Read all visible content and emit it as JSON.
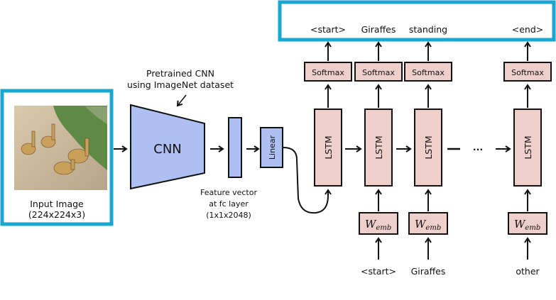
{
  "colors": {
    "highlight": "#1aa7cf",
    "cnn_fill": "#aec0f2",
    "rnn_fill": "#efcfcc",
    "stroke": "#111111"
  },
  "input": {
    "label_line1": "Input Image",
    "label_line2": "(224x224x3)",
    "image_alt": "giraffes-photo"
  },
  "cnn": {
    "label": "CNN",
    "annotation_line1": "Pretrained CNN",
    "annotation_line2": "using ImageNet dataset"
  },
  "feature": {
    "label_line1": "Feature vector",
    "label_line2": "at fc layer",
    "label_line3": "(1x1x2048)"
  },
  "linear": {
    "label": "Linear"
  },
  "lstm": {
    "label": "LSTM",
    "ellipsis": "..."
  },
  "softmax": {
    "label": "Softmax"
  },
  "wemb": {
    "base": "W",
    "sub": "emb"
  },
  "outputs": [
    "<start>",
    "Giraffes",
    "standing",
    "<end>"
  ],
  "inputs": [
    "<start>",
    "Giraffes",
    "other"
  ]
}
